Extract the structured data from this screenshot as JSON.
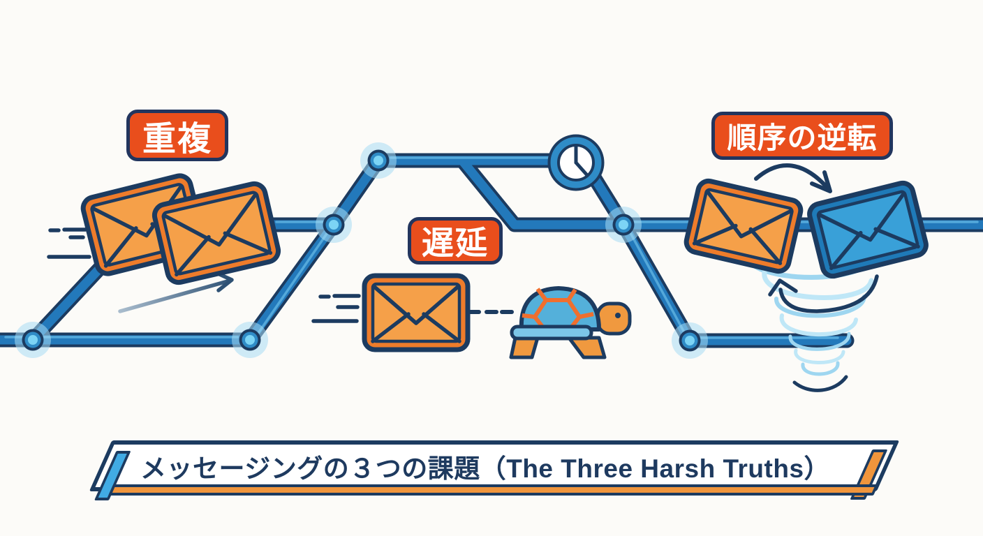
{
  "scene": {
    "background_color": "#fcfbf8",
    "title_banner": {
      "text": "メッセージングの３つの課題（The Three Harsh Truths）",
      "text_color": "#1e3a5f",
      "accent_orange": "#f0953c",
      "accent_blue": "#41abe4"
    },
    "problem_labels": {
      "duplication": "重複",
      "delay": "遅延",
      "reordering": "順序の逆転",
      "badge_color": "#e94e1c",
      "badge_text_color": "#ffffff"
    },
    "colors": {
      "outline_navy": "#1c3b60",
      "path_blue": "#2379bb",
      "path_highlight_blue": "#5db1e0",
      "node_light_blue": "#7cd4f5",
      "node_glow_blue": "#a8dcf4",
      "envelope_orange_body": "#f5a049",
      "envelope_orange_edge": "#ee7c2b",
      "envelope_blue_body": "#39a0d8",
      "envelope_blue_edge": "#1f7ab8",
      "turtle_shell_blue": "#54b0da",
      "turtle_body_orange": "#f0993f",
      "tornado_light_blue": "#9ed6f0"
    },
    "icons": {
      "network-path-icon": "metro-style message route with nodes",
      "duplicate-envelopes-icon": "two overlapping orange envelopes",
      "speed-lines-icon": "motion dashes",
      "forward-arrow-icon": "straight arrow pointing up-right",
      "clock-icon": "clock sitting on the route",
      "envelope-icon": "orange envelope in transit",
      "dashed-trail-icon": "dashed line toward turtle",
      "turtle-icon": "slow turtle",
      "swap-arrows-icon": "curved arrows swapping two envelopes",
      "tornado-icon": "whirlwind that reorders messages"
    }
  }
}
